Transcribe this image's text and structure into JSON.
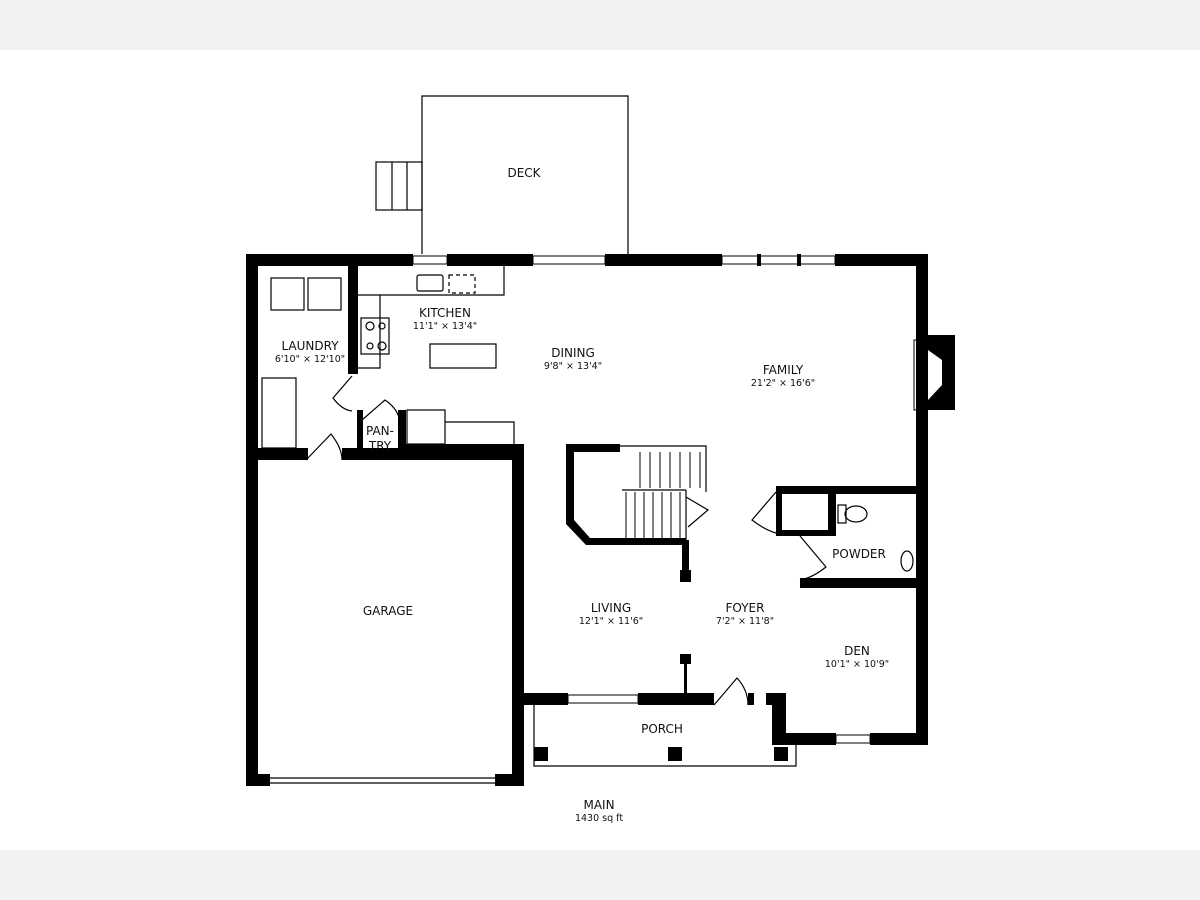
{
  "plan": {
    "floor_name": "MAIN",
    "area": "1430 sq ft",
    "rooms": [
      {
        "name": "DECK",
        "dims": ""
      },
      {
        "name": "KITCHEN",
        "dims": "11'1\" × 13'4\""
      },
      {
        "name": "LAUNDRY",
        "dims": "6'10\" × 12'10\""
      },
      {
        "name": "DINING",
        "dims": "9'8\" × 13'4\""
      },
      {
        "name": "FAMILY",
        "dims": "21'2\" × 16'6\""
      },
      {
        "name": "PAN-",
        "dims": "TRY"
      },
      {
        "name": "GARAGE",
        "dims": ""
      },
      {
        "name": "POWDER",
        "dims": ""
      },
      {
        "name": "LIVING",
        "dims": "12'1\" × 11'6\""
      },
      {
        "name": "FOYER",
        "dims": "7'2\" × 11'8\""
      },
      {
        "name": "DEN",
        "dims": "10'1\" × 10'9\""
      },
      {
        "name": "PORCH",
        "dims": ""
      }
    ]
  },
  "colors": {
    "wall": "#000000",
    "background": "#ffffff",
    "band": "#f2f2f2"
  }
}
